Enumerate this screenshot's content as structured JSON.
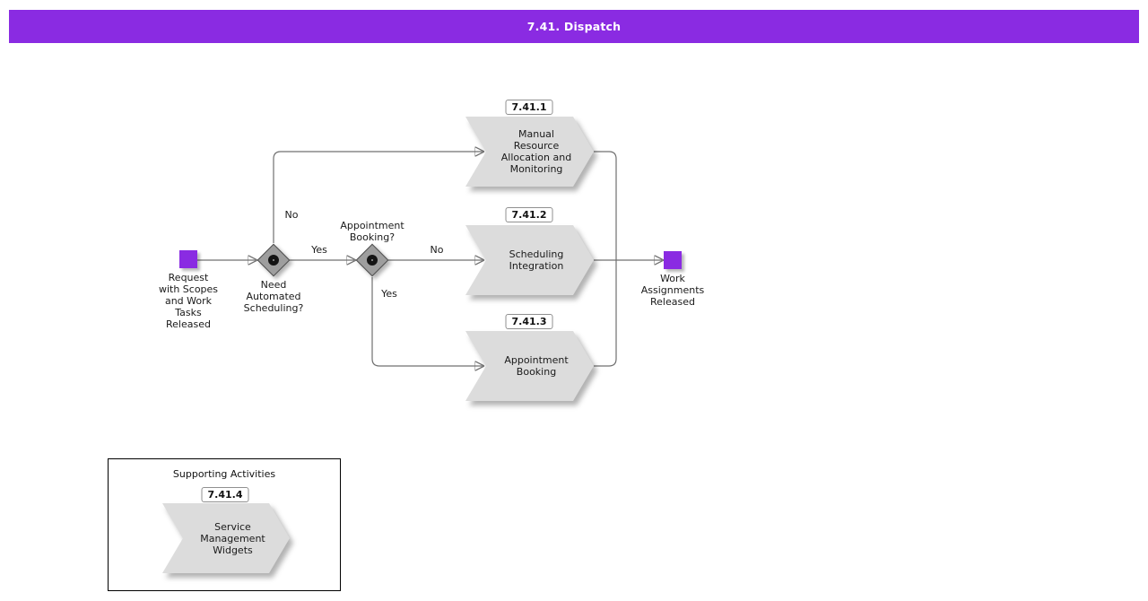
{
  "title_bar": {
    "title": "7.41. Dispatch"
  },
  "colors": {
    "accent": "#8a2be2",
    "task_fill": "#dcdcdc",
    "line": "#707070",
    "gateway_fill": "#9e9e9e"
  },
  "flow": {
    "start_event": {
      "label": "Request\nwith Scopes\nand Work\nTasks\nReleased"
    },
    "end_event": {
      "label": "Work\nAssignments\nReleased"
    },
    "gateways": [
      {
        "label": "Need\nAutomated\nScheduling?"
      },
      {
        "label": "Appointment\nBooking?"
      }
    ],
    "edge_labels": {
      "gw1_no": "No",
      "gw1_yes": "Yes",
      "gw2_no": "No",
      "gw2_yes": "Yes"
    },
    "tasks": [
      {
        "id": "7.41.1",
        "label": "Manual\nResource\nAllocation and\nMonitoring"
      },
      {
        "id": "7.41.2",
        "label": "Scheduling\nIntegration"
      },
      {
        "id": "7.41.3",
        "label": "Appointment\nBooking"
      }
    ]
  },
  "supporting": {
    "title": "Supporting Activities",
    "tasks": [
      {
        "id": "7.41.4",
        "label": "Service\nManagement\nWidgets"
      }
    ]
  }
}
